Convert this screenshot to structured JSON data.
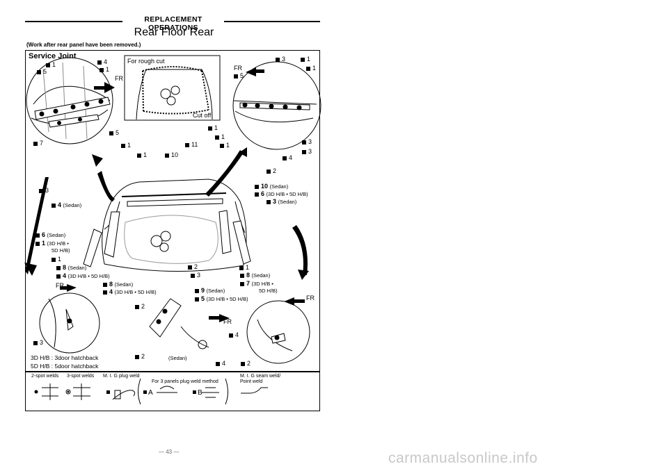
{
  "header": {
    "section": "REPLACEMENT OPERATIONS",
    "title": "Rear Floor Rear",
    "note": "(Work after rear panel have been removed.)"
  },
  "service_joint": "Service Joint",
  "labels": {
    "tl_1": "1",
    "tl_4": "4",
    "tl_1b": "1",
    "tl_5": "5",
    "tl_fr": "FR",
    "tl_5b": "5",
    "tl_7": "7",
    "rough_cut": "For rough cut",
    "cut_off": "Cut off",
    "tr_fr": "FR",
    "tr_3": "3",
    "tr_1": "1",
    "tr_1b": "1",
    "tr_5": "5",
    "tr_1c": "1",
    "tr_1d": "1",
    "tr_1e": "1",
    "tr_3b": "3",
    "tr_3c": "3",
    "tr_4": "4",
    "m_1a": "1",
    "m_1b": "1",
    "m_10": "10",
    "m_11": "11",
    "m_2": "2",
    "m_10s": "10",
    "m_10s_t": "(Sedan)",
    "m_6": "6",
    "m_6_t": "(3D H/B • 5D H/B)",
    "m_3s": "3",
    "m_3s_t": "(Sedan)",
    "m_3": "3",
    "m_4s": "4",
    "m_4s_t": "(Sedan)",
    "l_6": "6",
    "l_6_t": "(Sedan)",
    "l_1": "1",
    "l_1_t": "(3D H/B •",
    "l_1_t2": "5D H/B)",
    "l_1b": "1",
    "l_8": "8",
    "l_8_t": "(Sedan)",
    "l_4": "4",
    "l_4_t": "(3D H/B • 5D H/B)",
    "c_8": "8",
    "c_8_t": "(Sedan)",
    "c_4": "4",
    "c_4_t": "(3D H/B • 5D H/B)",
    "c_2": "2",
    "c_3": "3",
    "c_9": "9",
    "c_9_t": "(Sedan)",
    "c_5": "5",
    "c_5_t": "(3D H/B • 5D H/B)",
    "r_1": "1",
    "r_8": "8",
    "r_8_t": "(Sedan)",
    "r_7": "7",
    "r_7_t": "(3D H/B •",
    "r_7_t2": "5D H/B)",
    "bl_fr": "FR",
    "bl_3": "3",
    "bc_2": "2",
    "bc_fr": "FR",
    "bc_4": "4",
    "bc_2b": "2",
    "bc_sedan": "(Sedan)",
    "bc_4b": "4",
    "br_fr": "FR",
    "br_2": "2",
    "abbr1": "3D H/B : 3door hatchback",
    "abbr2": "5D H/B : 5door hatchback"
  },
  "legend": {
    "two_spot": "2-spot welds",
    "three_spot": "3-spot welds",
    "plug": "M. I. G plug weld",
    "three_panels": "For 3 panels plug weld method",
    "a": "A",
    "b": "B",
    "seam": "M. I. G seam weld/",
    "seam2": "Point weld"
  },
  "page_number": "— 43 —",
  "watermark": "carmanualsonline.info"
}
